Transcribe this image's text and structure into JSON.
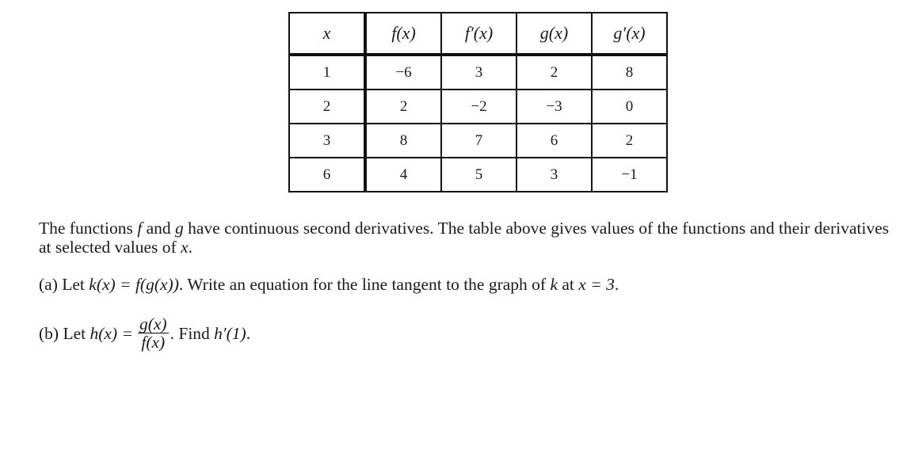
{
  "table": {
    "headers": [
      "x",
      "f(x)",
      "f′(x)",
      "g(x)",
      "g′(x)"
    ],
    "rows": [
      [
        "1",
        "−6",
        "3",
        "2",
        "8"
      ],
      [
        "2",
        "2",
        "−2",
        "−3",
        "0"
      ],
      [
        "3",
        "8",
        "7",
        "6",
        "2"
      ],
      [
        "6",
        "4",
        "5",
        "3",
        "−1"
      ]
    ]
  },
  "intro": {
    "t1": "The functions ",
    "f": "f",
    "t2": " and ",
    "g": "g",
    "t3": " have continuous second derivatives. The table above gives values of the functions and their derivatives at selected values of ",
    "x": "x",
    "t4": "."
  },
  "part_a": {
    "label": "(a)",
    "t1": " Let ",
    "expr": "k(x) = f(g(x))",
    "t2": ". Write an equation for the line tangent to the graph of ",
    "k": "k",
    "t3": " at ",
    "xeq": "x = 3",
    "t4": "."
  },
  "part_b": {
    "label": "(b)",
    "t1": " Let ",
    "lhs": "h(x) =",
    "numerator": "g(x)",
    "denominator": "f(x)",
    "t2": ". Find ",
    "target": "h′(1)",
    "t3": "."
  }
}
